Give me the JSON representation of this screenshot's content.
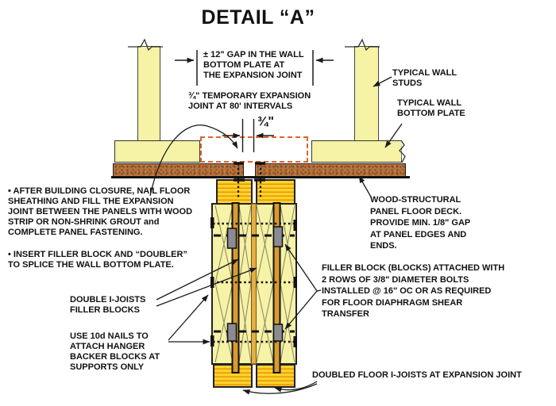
{
  "title": "DETAIL “A”",
  "dimensions": {
    "gap_note": "± 12\" GAP IN THE WALL\nBOTTOM PLATE AT\nTHE EXPANSION JOINT",
    "temp_joint_note": "¾\" TEMPORARY EXPANSION\nJOINT AT 80' INTERVALS",
    "joint_width": "¾\""
  },
  "labels": {
    "typical_wall_studs": "TYPICAL WALL\nSTUDS",
    "typical_wall_bottom_plate": "TYPICAL WALL\nBOTTOM PLATE",
    "floor_deck": "WOOD-STRUCTURAL\nPANEL FLOOR DECK.\nPROVIDE MIN. 1/8\" GAP\nAT PANEL EDGES AND\nENDS.",
    "filler_block_bolts": "FILLER BLOCK (BLOCKS) ATTACHED WITH\n2 ROWS OF 3/8\" DIAMETER BOLTS\nINSTALLED @ 16\" OC OR AS REQUIRED\nFOR FLOOR DIAPHRAGM SHEAR\nTRANSFER",
    "double_i_joists": "DOUBLE I-JOISTS\nFILLER BLOCKS",
    "use_10d_nails": "USE 10d NAILS TO\nATTACH HANGER\nBACKER BLOCKS AT\nSUPPORTS ONLY",
    "doubled_floor_i_joists": "DOUBLED FLOOR I-JOISTS AT EXPANSION JOINT"
  },
  "notes": {
    "bullet1": "• AFTER BUILDING CLOSURE, NAIL FLOOR\nSHEATHING AND FILL THE EXPANSION\nJOINT BETWEEN THE PANELS WITH WOOD\nSTRIP OR NON-SHRINK GROUT and\nCOMPLETE PANEL FASTENING.",
    "bullet2": "• INSERT FILLER BLOCK AND “DOUBLER”\nTO SPLICE THE WALL BOTTOM PLATE."
  },
  "colors": {
    "lumber_yellow": "#f6f2a6",
    "flange_gold": "#ffd22e",
    "flange_stripe": "#e59600",
    "deck_brown": "#b5723e",
    "gap_outline_orange": "#e0622c",
    "bolt_gray": "#8b8b94",
    "line_black": "#1a1a1a"
  }
}
